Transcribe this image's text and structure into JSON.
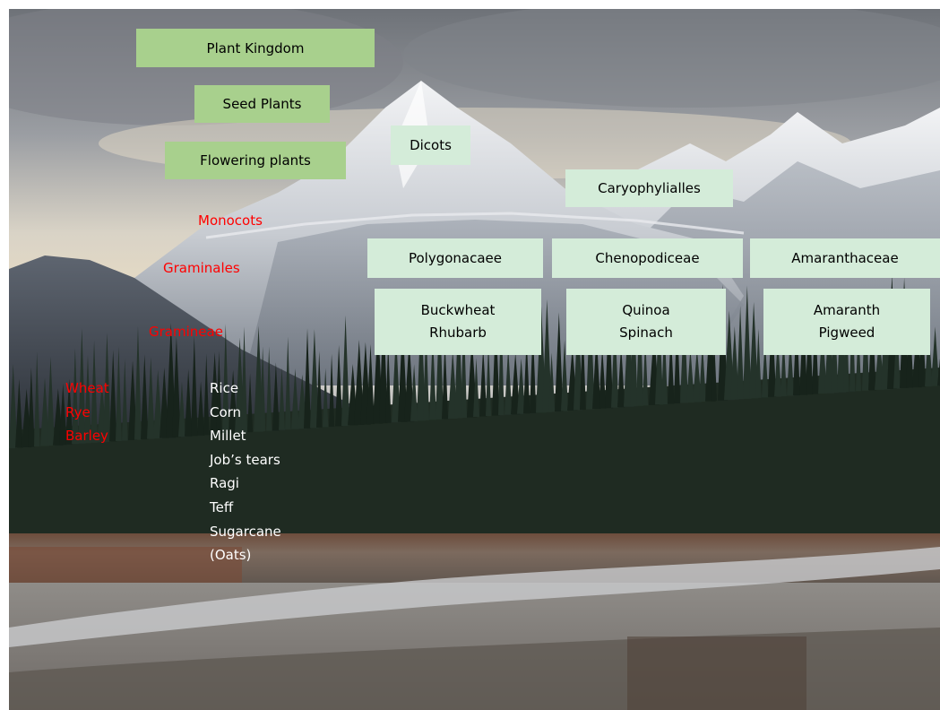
{
  "colors": {
    "green_box": "#a8d08d",
    "pale_box": "#d4ecd9",
    "red_text": "#ff0000",
    "white_text": "#ffffff"
  },
  "background": {
    "description": "mountain landscape photograph with snowy peaks, conifer forest and river flats",
    "icon": "landscape-photo"
  },
  "hierarchy": {
    "plant_kingdom": "Plant Kingdom",
    "seed_plants": "Seed Plants",
    "flowering_plants": "Flowering plants",
    "dicots": "Dicots",
    "caryophylialles": "Caryophylialles"
  },
  "families": {
    "polygonacaee": "Polygonacaee",
    "chenopodiceae": "Chenopodiceae",
    "amaranthaceae": "Amaranthaceae"
  },
  "crops": {
    "polygonacaee": [
      "Buckwheat",
      "Rhubarb"
    ],
    "chenopodiceae": [
      "Quinoa",
      "Spinach"
    ],
    "amaranthaceae": [
      "Amaranth",
      "Pigweed"
    ]
  },
  "monocot_branch": {
    "monocots": "Monocots",
    "graminales": "Graminales",
    "gramineae": "Gramineae",
    "red_grains": [
      "Wheat",
      "Rye",
      "Barley"
    ],
    "white_grains": [
      "Rice",
      "Corn",
      "Millet",
      "Job’s tears",
      "Ragi",
      "Teff",
      "Sugarcane",
      "(Oats)"
    ]
  }
}
